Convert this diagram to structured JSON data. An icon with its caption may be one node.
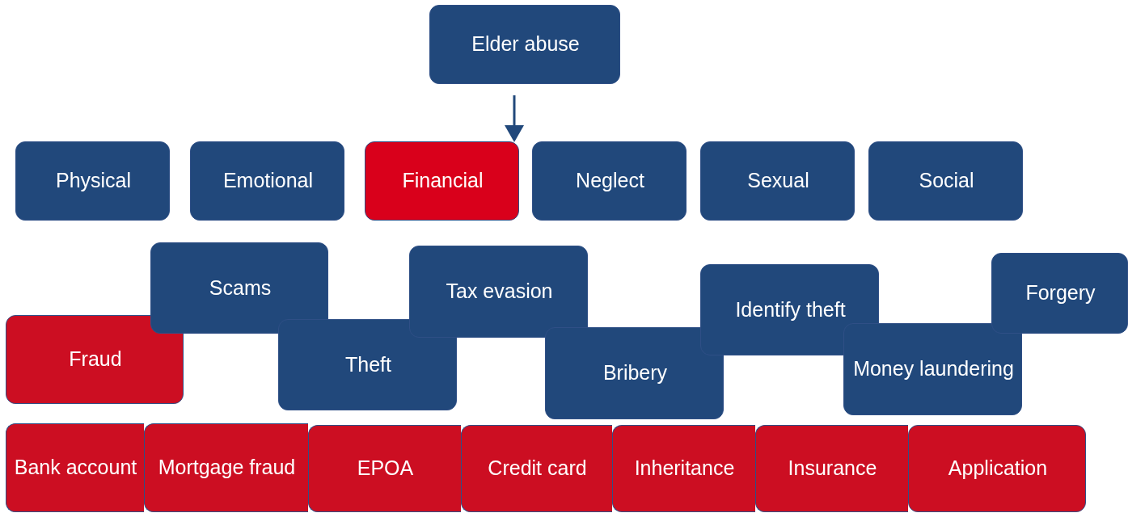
{
  "diagram": {
    "nodes": [
      {
        "text": [
          "Elder abuse"
        ]
      },
      {
        "text": [
          "Physical"
        ]
      },
      {
        "text": [
          "Emotional"
        ]
      },
      {
        "text": [
          "Financial"
        ]
      },
      {
        "text": [
          "Neglect"
        ]
      },
      {
        "text": [
          "Sexual"
        ]
      },
      {
        "text": [
          "Social"
        ]
      },
      {
        "text": [
          "Fraud"
        ]
      },
      {
        "text": [
          "Scams"
        ]
      },
      {
        "text": [
          "Theft"
        ]
      },
      {
        "text": [
          "Tax evasion"
        ]
      },
      {
        "text": [
          "Bribery"
        ]
      },
      {
        "text": [
          "Identify theft"
        ]
      },
      {
        "text": [
          "Money laundering"
        ]
      },
      {
        "text": [
          "Forgery"
        ]
      },
      {
        "text": [
          "Bank account"
        ]
      },
      {
        "text": [
          "Mortgage fraud"
        ]
      },
      {
        "text": [
          "EPOA"
        ]
      },
      {
        "text": [
          "Credit card"
        ]
      },
      {
        "text": [
          "Inheritance"
        ]
      },
      {
        "text": [
          "Insurance"
        ]
      },
      {
        "text": [
          "Application"
        ]
      }
    ],
    "edges": [
      {
        "from": 0,
        "to": 3,
        "arrow": "to"
      }
    ]
  }
}
